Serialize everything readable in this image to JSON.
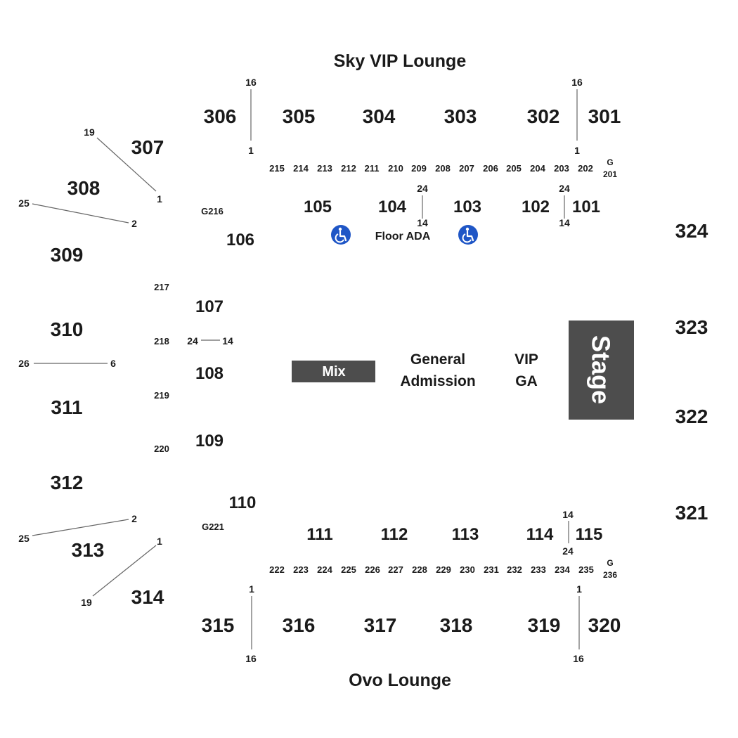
{
  "lounges": {
    "top": "Sky VIP Lounge",
    "bottom": "Ovo Lounge"
  },
  "sections_300": [
    "301",
    "302",
    "303",
    "304",
    "305",
    "306",
    "307",
    "308",
    "309",
    "310",
    "311",
    "312",
    "313",
    "314",
    "315",
    "316",
    "317",
    "318",
    "319",
    "320",
    "321",
    "322",
    "323",
    "324"
  ],
  "sections_200_top": [
    "215",
    "214",
    "213",
    "212",
    "211",
    "210",
    "209",
    "208",
    "207",
    "206",
    "205",
    "204",
    "203",
    "202"
  ],
  "sections_200_bottom": [
    "222",
    "223",
    "224",
    "225",
    "226",
    "227",
    "228",
    "229",
    "230",
    "231",
    "232",
    "233",
    "234",
    "235"
  ],
  "sections_200_side": [
    "217",
    "218",
    "219",
    "220"
  ],
  "sections_100": [
    "101",
    "102",
    "103",
    "104",
    "105",
    "106",
    "107",
    "108",
    "109",
    "110",
    "111",
    "112",
    "113",
    "114",
    "115"
  ],
  "gates": {
    "g216": "G216",
    "g221": "G221",
    "g201_a": "G",
    "g201_b": "201",
    "g236_a": "G",
    "g236_b": "236"
  },
  "row_labels": {
    "r306_top": "16",
    "r306_bot": "1",
    "r301_top": "16",
    "r301_bot": "1",
    "r307_top": "19",
    "r307_bot": "1",
    "r308_left": "25",
    "r308_right": "2",
    "r310_left": "26",
    "r310_right": "6",
    "r312_left": "25",
    "r312_right": "2",
    "r314_top": "1",
    "r314_bot": "19",
    "r315_top": "1",
    "r315_bot": "16",
    "r320_top": "1",
    "r320_bot": "16",
    "r104_top": "24",
    "r104_bot": "14",
    "r102_top": "24",
    "r102_bot": "14",
    "r107_left": "24",
    "r107_right": "14",
    "r114_top": "14",
    "r114_bot": "24"
  },
  "floor": {
    "ada": "Floor ADA",
    "mix": "Mix",
    "ga_line1": "General",
    "ga_line2": "Admission",
    "vip_line1": "VIP",
    "vip_line2": "GA",
    "stage": "Stage"
  },
  "icons": {
    "accessible": "wheelchair-icon"
  },
  "colors": {
    "stage_fill": "#4d4d4d",
    "mix_fill": "#4d4d4d",
    "ada_blue": "#1f56c6",
    "text": "#1a1a1a",
    "line": "#666666"
  }
}
